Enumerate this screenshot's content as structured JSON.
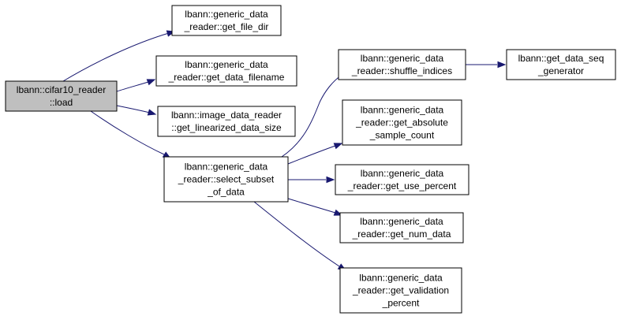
{
  "diagram": {
    "nodes": [
      {
        "id": "load",
        "lines": [
          "lbann::cifar10_reader",
          "::load"
        ],
        "highlighted": true
      },
      {
        "id": "get_file_dir",
        "lines": [
          "lbann::generic_data",
          "_reader::get_file_dir"
        ]
      },
      {
        "id": "get_data_filename",
        "lines": [
          "lbann::generic_data",
          "_reader::get_data_filename"
        ]
      },
      {
        "id": "get_linearized_data_size",
        "lines": [
          "lbann::image_data_reader",
          "::get_linearized_data_size"
        ]
      },
      {
        "id": "select_subset_of_data",
        "lines": [
          "lbann::generic_data",
          "_reader::select_subset",
          "_of_data"
        ]
      },
      {
        "id": "shuffle_indices",
        "lines": [
          "lbann::generic_data",
          "_reader::shuffle_indices"
        ]
      },
      {
        "id": "get_data_seq_generator",
        "lines": [
          "lbann::get_data_seq",
          "_generator"
        ]
      },
      {
        "id": "get_absolute_sample_count",
        "lines": [
          "lbann::generic_data",
          "_reader::get_absolute",
          "_sample_count"
        ]
      },
      {
        "id": "get_use_percent",
        "lines": [
          "lbann::generic_data",
          "_reader::get_use_percent"
        ]
      },
      {
        "id": "get_num_data",
        "lines": [
          "lbann::generic_data",
          "_reader::get_num_data"
        ]
      },
      {
        "id": "get_validation_percent",
        "lines": [
          "lbann::generic_data",
          "_reader::get_validation",
          "_percent"
        ]
      }
    ],
    "edges": [
      {
        "from": "load",
        "to": "get_file_dir"
      },
      {
        "from": "load",
        "to": "get_data_filename"
      },
      {
        "from": "load",
        "to": "get_linearized_data_size"
      },
      {
        "from": "load",
        "to": "select_subset_of_data"
      },
      {
        "from": "select_subset_of_data",
        "to": "shuffle_indices"
      },
      {
        "from": "shuffle_indices",
        "to": "get_data_seq_generator"
      },
      {
        "from": "select_subset_of_data",
        "to": "get_absolute_sample_count"
      },
      {
        "from": "select_subset_of_data",
        "to": "get_use_percent"
      },
      {
        "from": "select_subset_of_data",
        "to": "get_num_data"
      },
      {
        "from": "select_subset_of_data",
        "to": "get_validation_percent"
      }
    ],
    "colors": {
      "edge": "#191970",
      "node_border": "#000000",
      "root_fill": "#bfbfbf",
      "node_fill": "#ffffff"
    }
  }
}
